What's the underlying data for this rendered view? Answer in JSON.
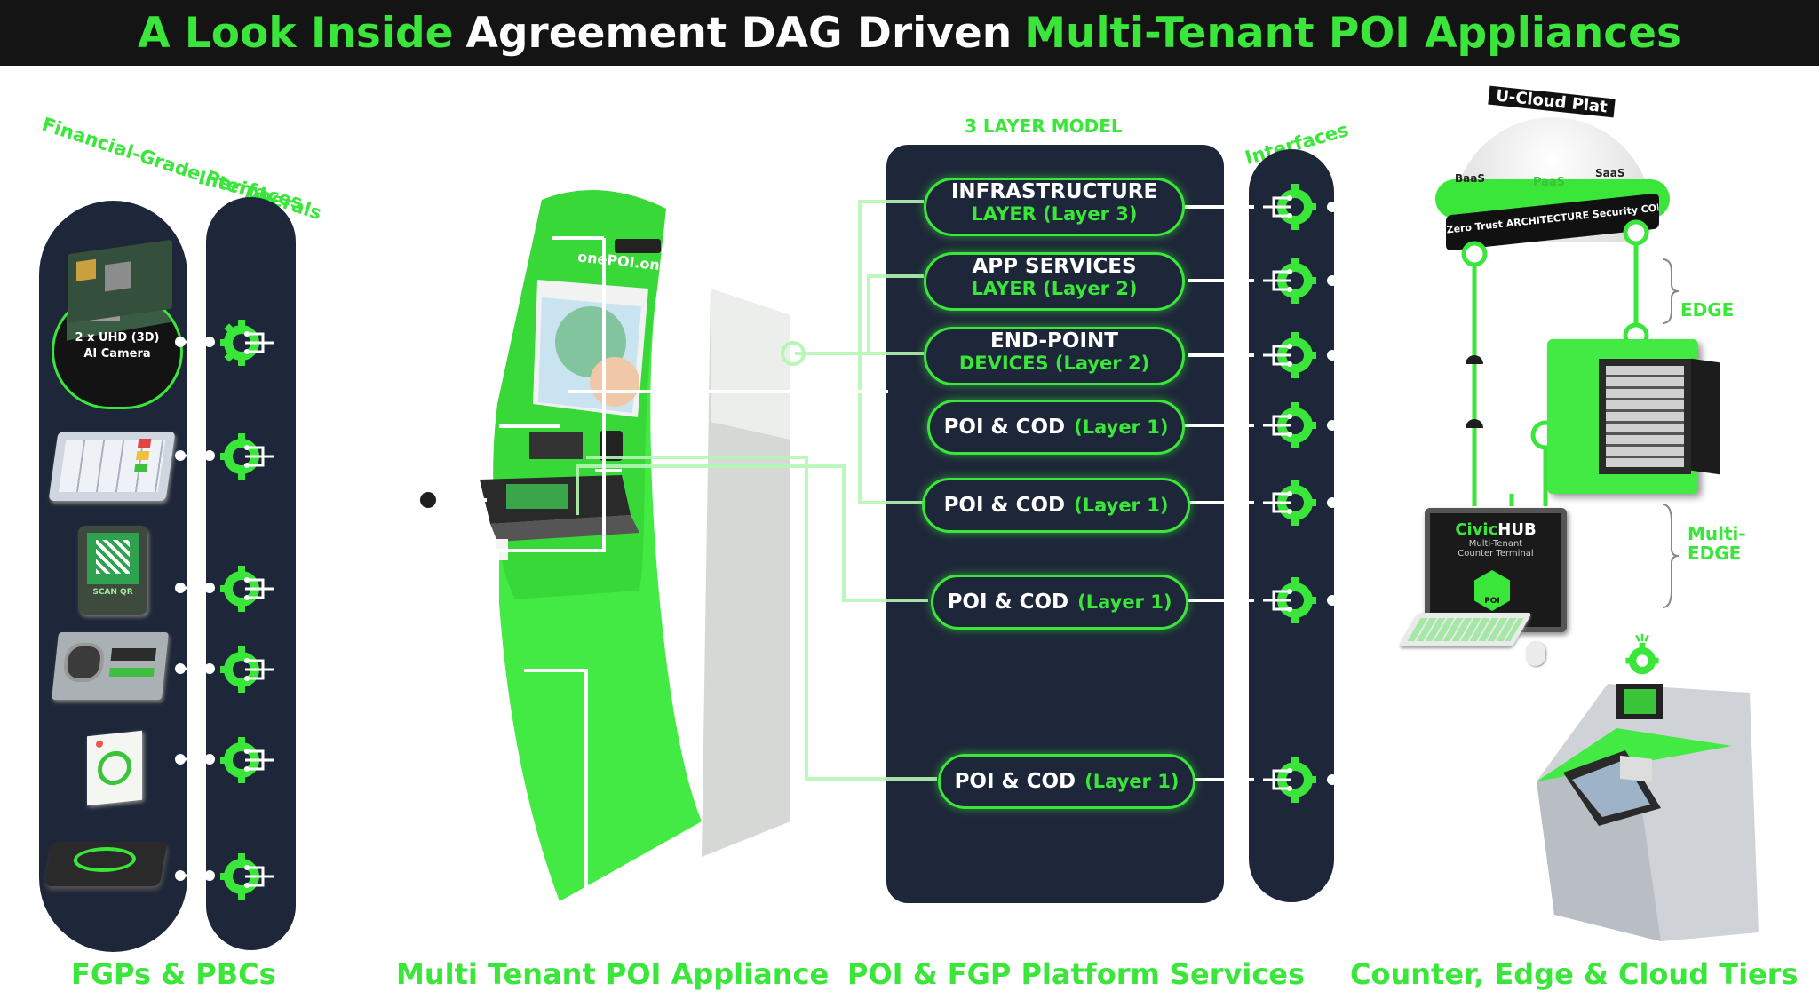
{
  "title": {
    "part1": "A Look Inside",
    "part2": "Agreement DAG Driven",
    "part3": "Multi-Tenant POI Appliances"
  },
  "left": {
    "fgp_arc": "Financial-Grade Peripherals",
    "interfaces_arc": "Interfaces",
    "camera_caption_1": "2 x UHD (3D)",
    "camera_caption_2": "AI Camera",
    "scanner_label": "SCAN QR"
  },
  "kiosk": {
    "brand": "onePOI.online"
  },
  "model": {
    "header": "3 LAYER MODEL",
    "interfaces_arc": "Interfaces",
    "layers": [
      {
        "line1": "INFRASTRUCTURE",
        "line2": "LAYER  (Layer 3)"
      },
      {
        "line1": "APP SERVICES",
        "line2": "LAYER  (Layer 2)"
      },
      {
        "line1": "END-POINT",
        "line2": "DEVICES  (Layer 2)"
      },
      {
        "line1": "POI & COD",
        "line2": "(Layer 1)"
      },
      {
        "line1": "POI & COD",
        "line2": "(Layer 1)"
      },
      {
        "line1": "POI & COD",
        "line2": "(Layer 1)"
      },
      {
        "line1": "POI & COD",
        "line2": "(Layer 1)"
      }
    ]
  },
  "cloud": {
    "arc": "U-Cloud Plat",
    "baas": "BaaS",
    "paas": "PaaS",
    "saas": "SaaS",
    "band": "Zero Trust ARCHITECTURE Security CORE"
  },
  "tiers": {
    "edge": "EDGE",
    "multi_edge_1": "Multi-",
    "multi_edge_2": "EDGE",
    "civic_1": "Civic",
    "civic_2": "HUB",
    "civic_sub1": "Multi-Tenant",
    "civic_sub2": "Counter Terminal",
    "civic_badge": "POI"
  },
  "bottom": {
    "fgps": "FGPs  &  PBCs",
    "appliance": "Multi Tenant POI Appliance",
    "services": "POI & FGP Platform Services",
    "tiers": "Counter, Edge & Cloud Tiers"
  },
  "colors": {
    "accent": "#39e639",
    "panel": "#1e2739",
    "titlebar": "#141414"
  }
}
